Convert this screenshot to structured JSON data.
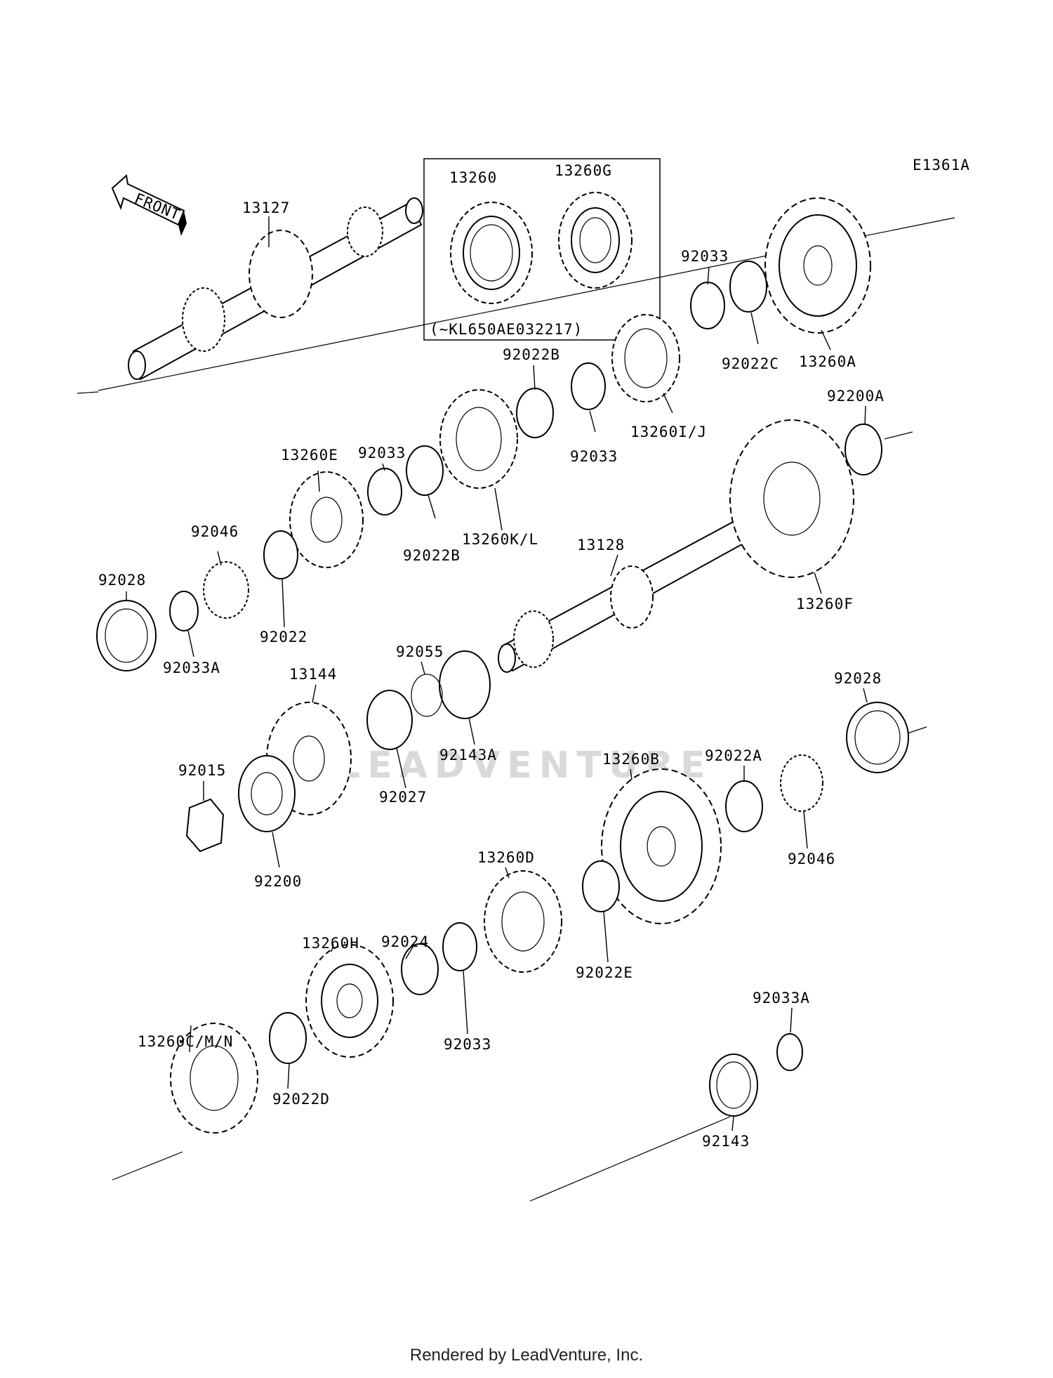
{
  "diagram_id": "E1361A",
  "front_arrow_label": "FRONT",
  "inset": {
    "labels": [
      "13260",
      "13260G"
    ],
    "note": "(~KL650AE032217)"
  },
  "watermark": "LEADVENTURE",
  "footer": "Rendered by LeadVenture, Inc.",
  "labels": [
    "13127",
    "13260",
    "13260G",
    "92033",
    "13260A",
    "92022C",
    "92022B",
    "92033",
    "13260I/J",
    "92033",
    "13260E",
    "92046",
    "13260K/L",
    "92022B",
    "92028",
    "92022",
    "92033A",
    "92200A",
    "13128",
    "13260F",
    "92055",
    "13144",
    "92143A",
    "92027",
    "92028",
    "92015",
    "13260B",
    "92022A",
    "92200",
    "92046",
    "13260D",
    "13260H",
    "92024",
    "92022E",
    "13260C/M/N",
    "92033",
    "92033A",
    "92022D",
    "92143"
  ]
}
